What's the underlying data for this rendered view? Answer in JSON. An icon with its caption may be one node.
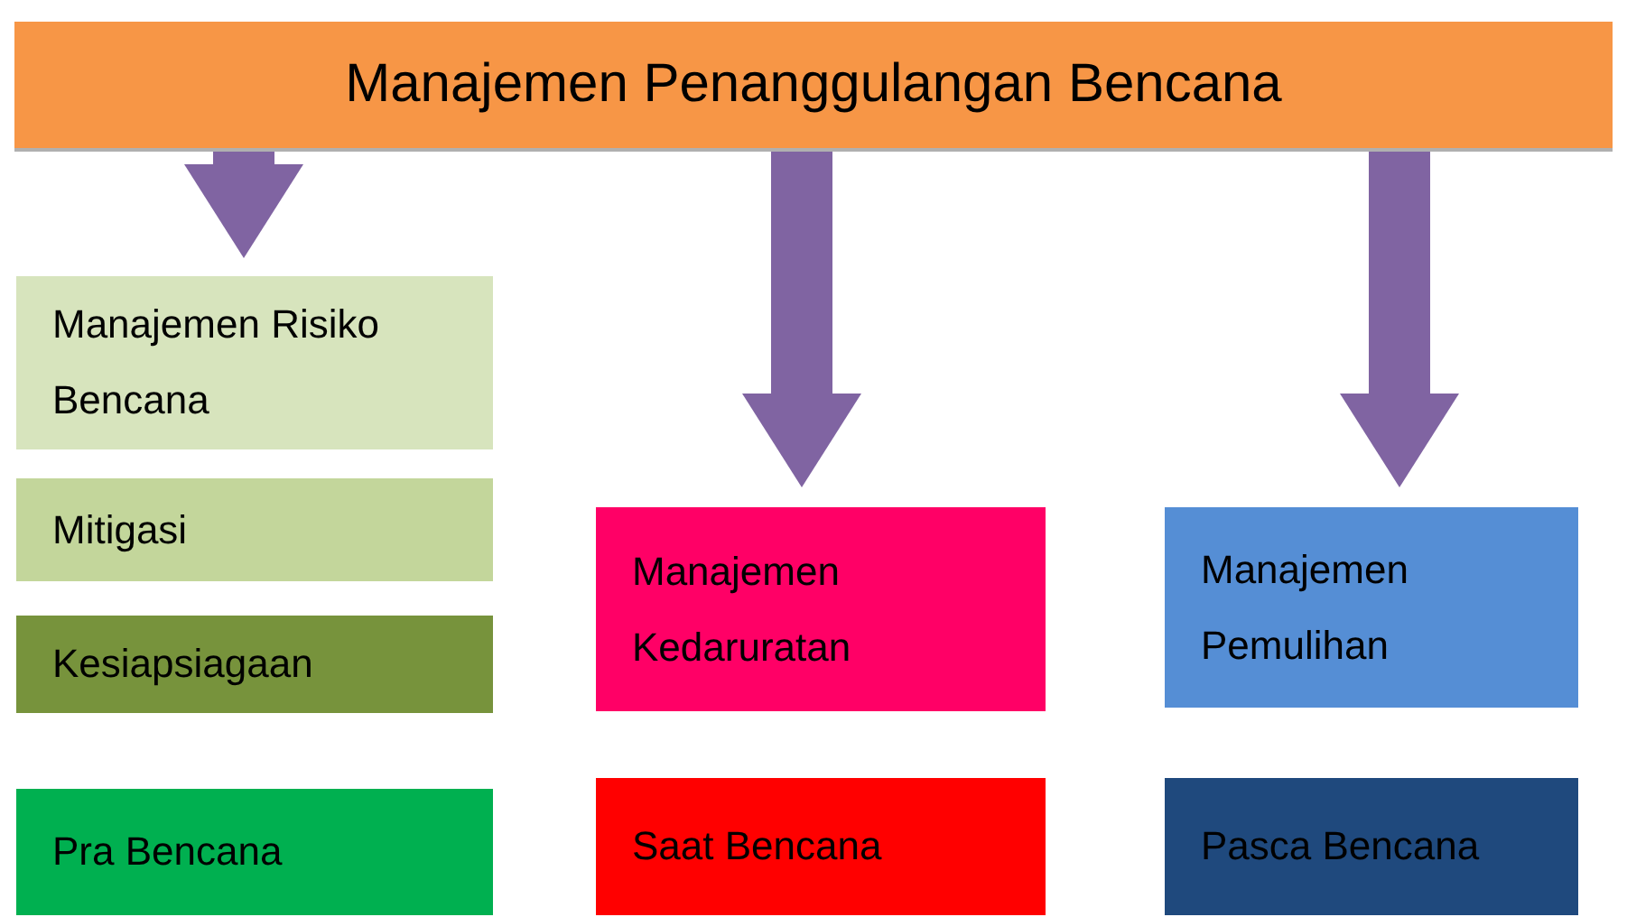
{
  "diagram": {
    "nodes": [
      {
        "text": [
          "Manajemen Penanggulangan Bencana"
        ]
      },
      {
        "text": [
          "Manajemen Risiko Bencana"
        ]
      },
      {
        "text": [
          "Mitigasi"
        ]
      },
      {
        "text": [
          "Kesiapsiagaan"
        ]
      },
      {
        "text": [
          "Pra Bencana"
        ]
      },
      {
        "text": [
          "Manajemen Kedaruratan"
        ]
      },
      {
        "text": [
          "Saat Bencana"
        ]
      },
      {
        "text": [
          "Manajemen Pemulihan"
        ]
      },
      {
        "text": [
          "Pasca Bencana"
        ]
      }
    ],
    "edges": [
      {
        "from": 0,
        "to": 1,
        "arrow": "to"
      },
      {
        "from": 0,
        "to": 5,
        "arrow": "to"
      },
      {
        "from": 0,
        "to": 7,
        "arrow": "to"
      }
    ]
  }
}
